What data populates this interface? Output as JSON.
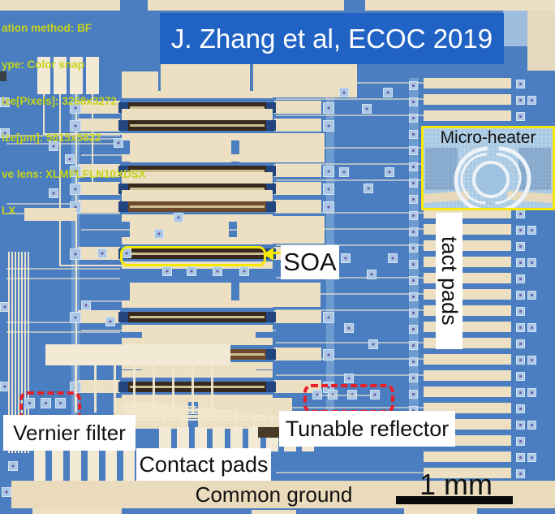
{
  "figure": {
    "credit": "J. Zhang et al, ECOC 2019"
  },
  "microscope_overlay": {
    "lines": [
      "ation method: BF",
      "ype: Color snap",
      "ize[Pixels]: 3268x3272",
      "ize[µm]: 5615x5622",
      "ve lens: XLMPLFLN10XDSX",
      "LX"
    ]
  },
  "labels": {
    "micro_heater": "Micro-heater",
    "soa": "SOA",
    "contact_pads_right": "tact pads",
    "vernier_filter": "Vernier filter",
    "tunable_reflector": "Tunable reflector",
    "contact_pads_bottom": "Contact pads",
    "common_ground": "Common ground",
    "scale_bar": "1 mm"
  },
  "colors": {
    "chip_blue": "#4a7ec1",
    "pad_beige": "#ecdfc2",
    "banner_bg": "#2163c5",
    "banner_fg": "#ffffff",
    "highlight_yellow": "#f6e800",
    "annotation_red": "#e8202a",
    "overlay_green": "#c6d31c"
  }
}
